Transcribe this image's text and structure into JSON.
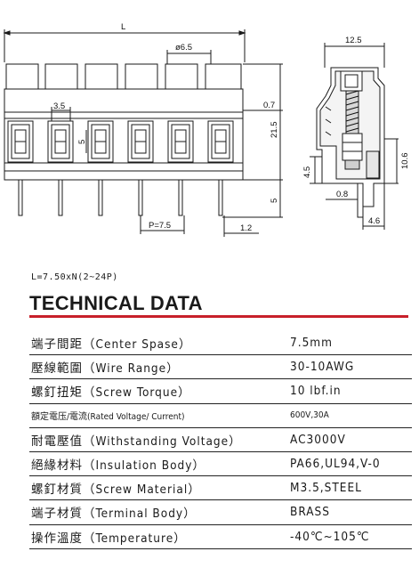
{
  "drawing": {
    "front_view": {
      "length_label": "L",
      "hole_dia": "ø6.5",
      "pitch_top": "3.5",
      "dim_5": "5",
      "pitch_bottom": "P=7.5",
      "pin_offset": "1.2",
      "height_total": "21.5",
      "offset_top": "0.7",
      "pin_len": "5"
    },
    "side_view": {
      "width": "12.5",
      "height": "10.6",
      "base": "4.5",
      "pin_off": "0.8",
      "foot": "4.6"
    }
  },
  "formula": "L=7.50xN(2~24P)",
  "section_title": "TECHNICAL DATA",
  "specs": [
    {
      "label": "端子間距（Center Spase）",
      "value": "7.5mm"
    },
    {
      "label": "壓線範圍（Wire Range）",
      "value": "30-10AWG"
    },
    {
      "label": "螺釘扭矩（Screw Torque）",
      "value": "10 lbf.in"
    },
    {
      "label": "額定電压/電流(Rated Voltage/ Current)",
      "value": "600V,30A",
      "small": true
    },
    {
      "label": "耐電壓值（Withstanding Voltage）",
      "value": "AC3000V"
    },
    {
      "label": "絕緣材料（Insulation Body）",
      "value": "PA66,UL94,V-0"
    },
    {
      "label": "螺釘材質（Screw Material）",
      "value": "M3.5,STEEL"
    },
    {
      "label": "端子材質（Terminal Body）",
      "value": "BRASS"
    },
    {
      "label": "操作溫度（Temperature）",
      "value": "-40℃~105℃"
    }
  ],
  "colors": {
    "accent": "#c8202a",
    "line": "#1a1a1a"
  }
}
